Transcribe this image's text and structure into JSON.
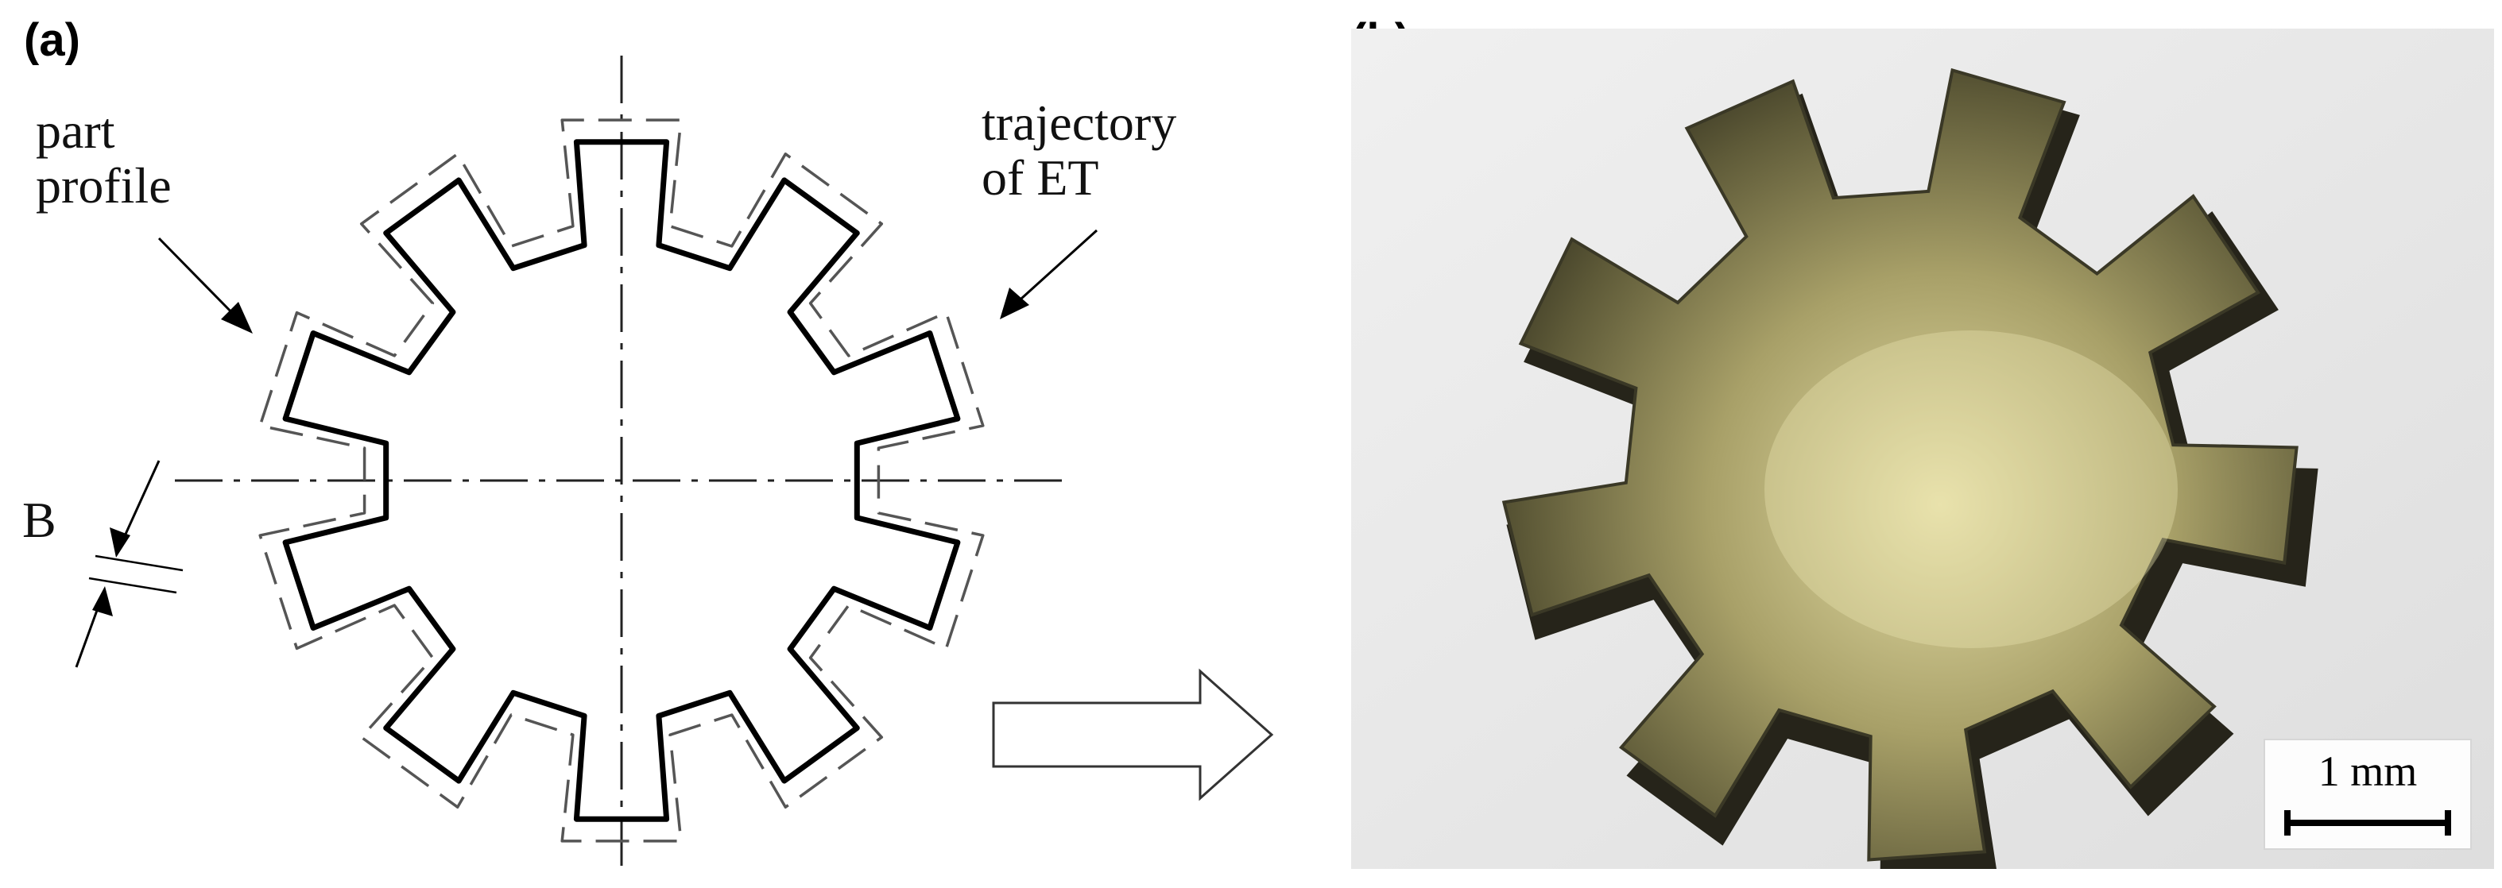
{
  "panels": {
    "a": {
      "letter": "(a)"
    },
    "b": {
      "letter": "(b)"
    }
  },
  "labels": {
    "part_profile_line1": "part",
    "part_profile_line2": "profile",
    "trajectory_line1": "trajectory",
    "trajectory_line2": "of ET",
    "gap": "B"
  },
  "diagram": {
    "teeth_count": 10,
    "profile_color": "#000000",
    "trajectory_color": "#555555"
  },
  "photo": {
    "background_color": "#ececec",
    "gear_teeth_count": 9,
    "metal_highlight": "#d9d39a",
    "metal_shadow": "#2e2c1c"
  },
  "scale_bar": {
    "text": "1 mm"
  }
}
